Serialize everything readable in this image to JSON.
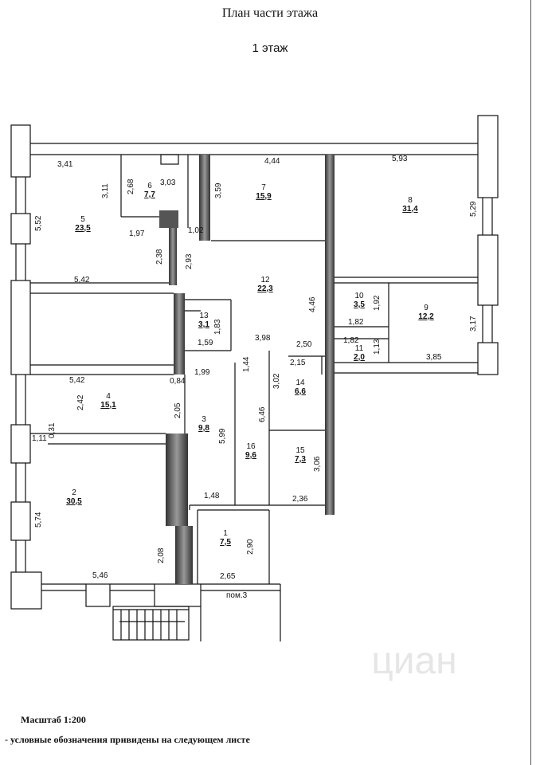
{
  "header": {
    "title": "План части этажа",
    "floor": "1 этаж"
  },
  "rooms": [
    {
      "no": "5",
      "area": "23,5"
    },
    {
      "no": "6",
      "area": "7,7"
    },
    {
      "no": "7",
      "area": "15,9"
    },
    {
      "no": "8",
      "area": "31,4"
    },
    {
      "no": "12",
      "area": "22,3"
    },
    {
      "no": "10",
      "area": "3,5"
    },
    {
      "no": "9",
      "area": "12,2"
    },
    {
      "no": "13",
      "area": "3,1"
    },
    {
      "no": "11",
      "area": "2,0"
    },
    {
      "no": "14",
      "area": "6,6"
    },
    {
      "no": "4",
      "area": "15,1"
    },
    {
      "no": "3",
      "area": "9,8"
    },
    {
      "no": "16",
      "area": "9,6"
    },
    {
      "no": "15",
      "area": "7,3"
    },
    {
      "no": "2",
      "area": "30,5"
    },
    {
      "no": "1",
      "area": "7,5"
    }
  ],
  "dims_h": [
    "3,41",
    "4,44",
    "5,93",
    "3,03",
    "1,97",
    "1,02",
    "5,42",
    "1,82",
    "1,59",
    "3,98",
    "2,50",
    "1,82",
    "3,85",
    "2,15",
    "5,42",
    "0,84",
    "1,99",
    "1,11",
    "1,48",
    "2,36",
    "5,46",
    "2,65"
  ],
  "dims_v": [
    "5,52",
    "3,11",
    "2,68",
    "3,59",
    "5,29",
    "2,38",
    "2,93",
    "4,46",
    "1,92",
    "3,17",
    "1,83",
    "1,13",
    "1,44",
    "3,02",
    "2,42",
    "0,31",
    "2,05",
    "6,46",
    "5,99",
    "3,06",
    "5,74",
    "2,08",
    "2,90"
  ],
  "labels": {
    "pom3": "пом.3",
    "watermark": "циан"
  },
  "footer": {
    "scale": "Масштаб 1:200",
    "note": "- условные обозначения привидены на следующем листе"
  },
  "colors": {
    "line": "#111111",
    "wall_dark": "#555555",
    "wall_shade": "#8a8a8a"
  }
}
